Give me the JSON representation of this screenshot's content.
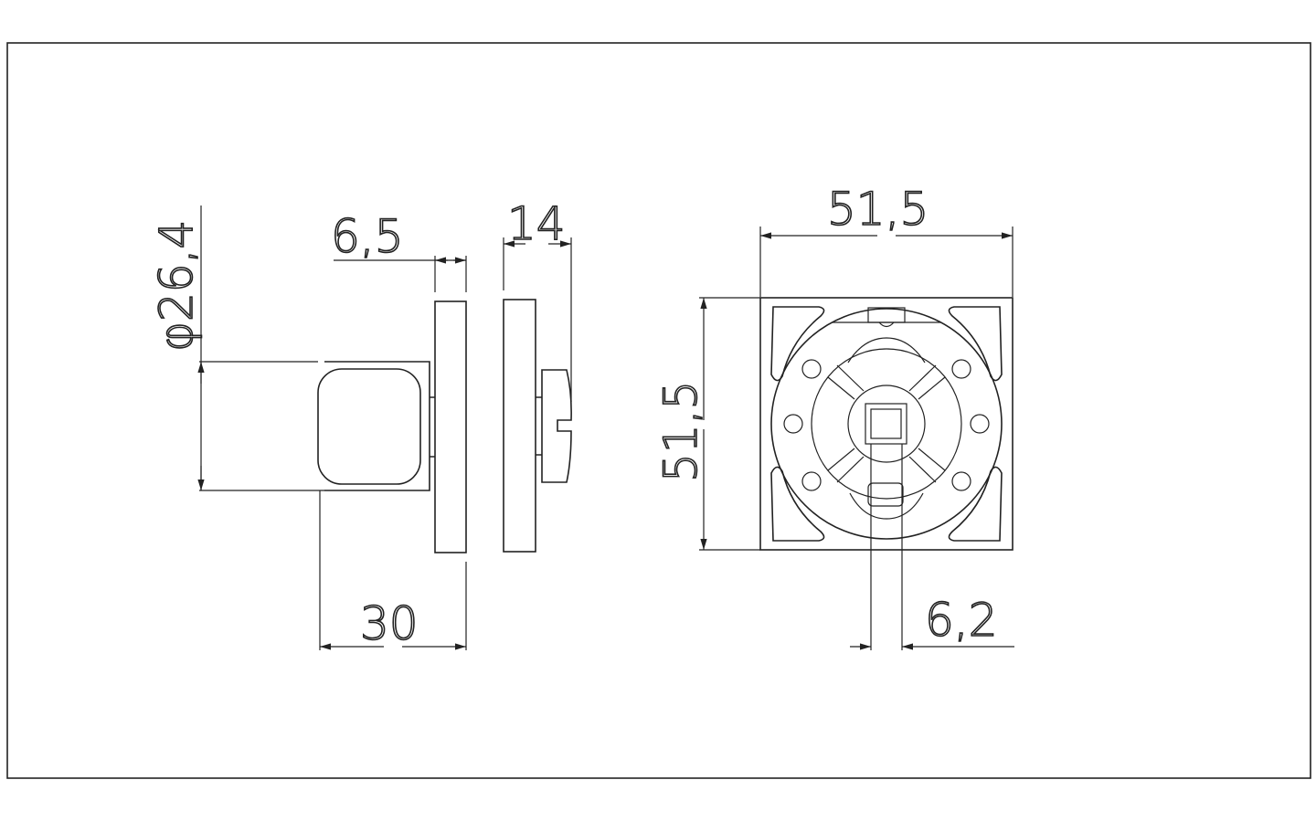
{
  "dimensions": {
    "knob_diameter": "φ26,4",
    "plate_thickness": "6,5",
    "side_depth": "14",
    "total_depth": "30",
    "width": "51,5",
    "height": "51,5",
    "slot_width": "6,2"
  },
  "colors": {
    "line": "#222222",
    "background": "#ffffff"
  }
}
